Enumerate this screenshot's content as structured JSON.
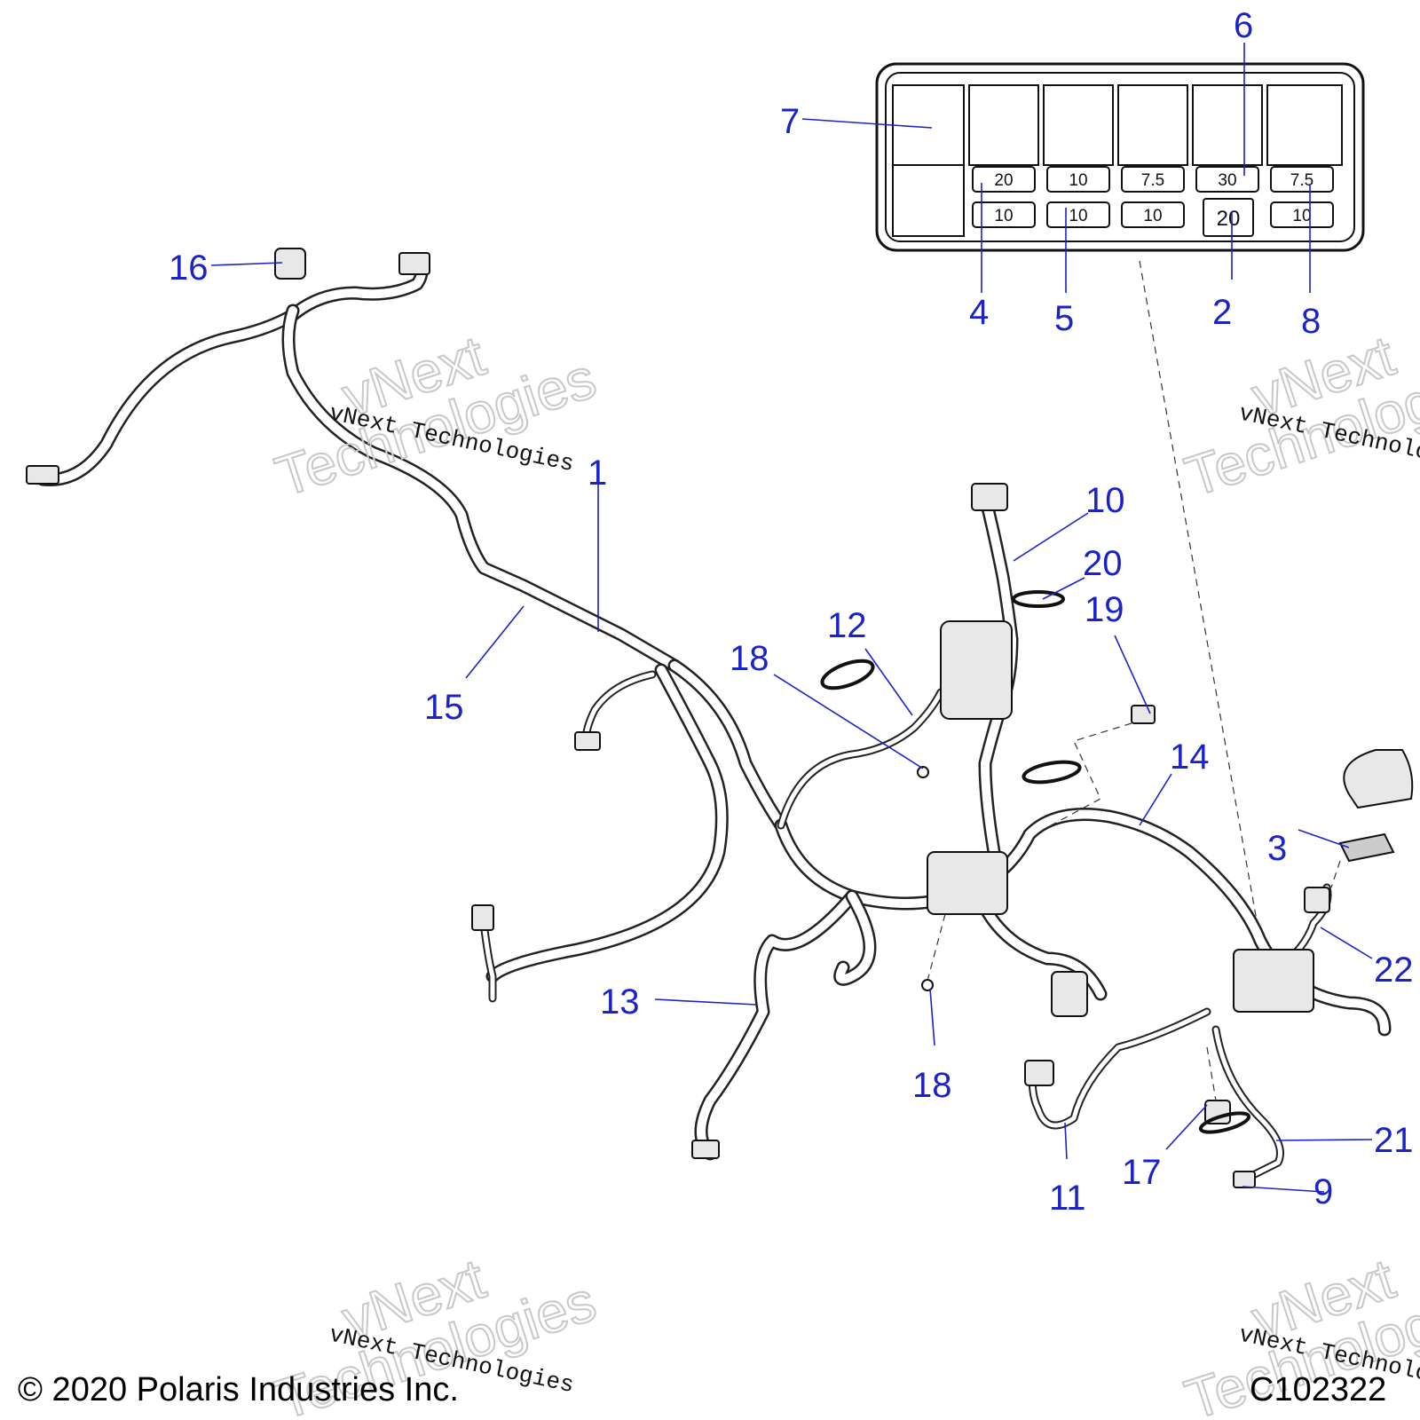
{
  "fuse_box": {
    "top_row": [
      "20",
      "10",
      "7.5",
      "30",
      "7.5"
    ],
    "bottom_row": [
      "10",
      "10",
      "10",
      "20",
      "10"
    ]
  },
  "callouts": {
    "c1": "1",
    "c2": "2",
    "c3": "3",
    "c4": "4",
    "c5": "5",
    "c6": "6",
    "c7": "7",
    "c8": "8",
    "c9": "9",
    "c10": "10",
    "c11": "11",
    "c12": "12",
    "c13": "13",
    "c14": "14",
    "c15": "15",
    "c16": "16",
    "c17": "17",
    "c18a": "18",
    "c18b": "18",
    "c19": "19",
    "c20": "20",
    "c21": "21",
    "c22": "22"
  },
  "watermark": {
    "small": "vNext Technologies",
    "big_1": "vNext",
    "big_2": "Technologies"
  },
  "footer": {
    "copyright": "© 2020 Polaris Industries Inc.",
    "figure_id": "C102322"
  }
}
